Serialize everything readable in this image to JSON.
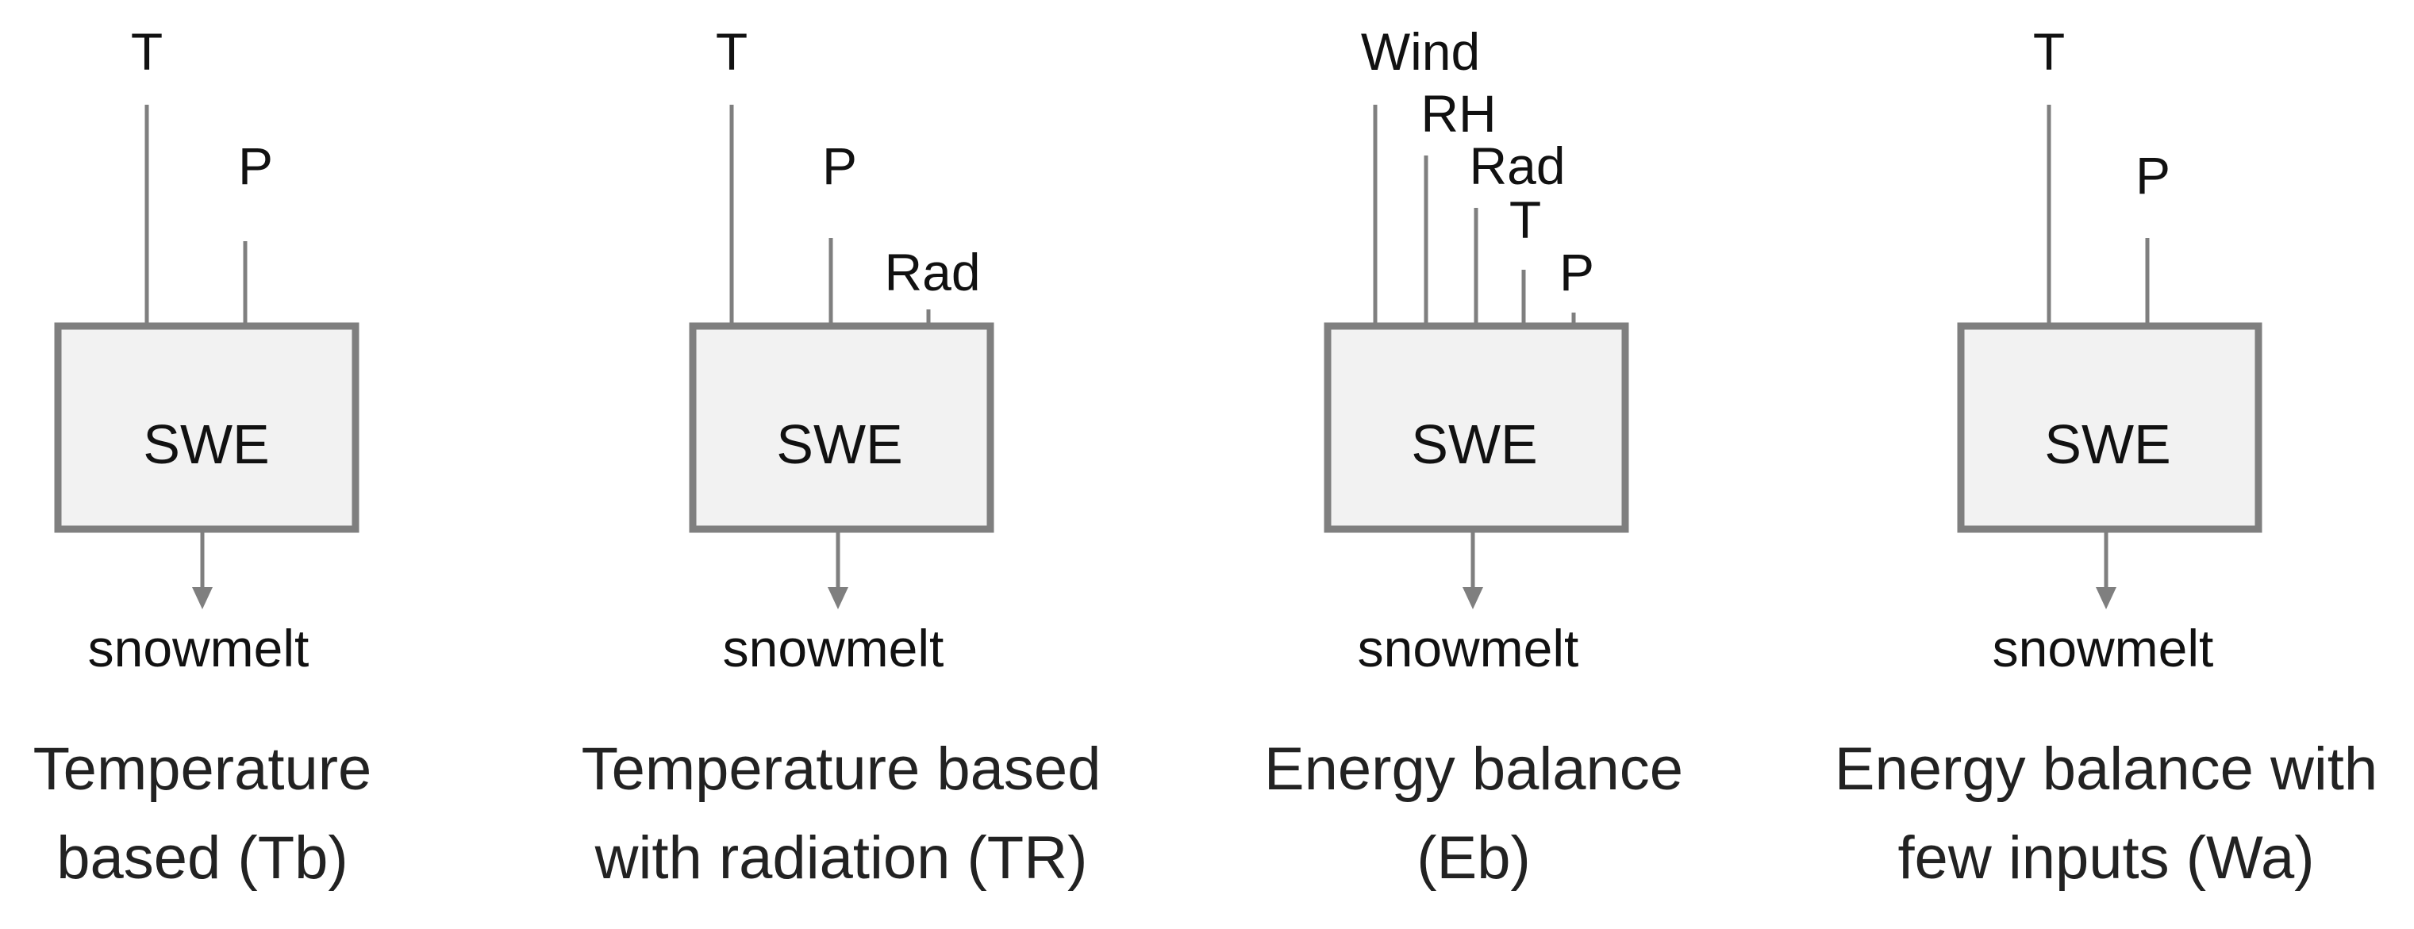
{
  "colors": {
    "box_fill": "#f2f2f2",
    "box_stroke": "#7f7f7f",
    "arrow": "#7f7f7f",
    "text": "#111111"
  },
  "panels": [
    {
      "inputs": [
        "T",
        "P"
      ],
      "box_label": "SWE",
      "output_label": "snowmelt",
      "caption": [
        "Temperature",
        "based (Tb)"
      ]
    },
    {
      "inputs": [
        "T",
        "P",
        "Rad"
      ],
      "box_label": "SWE",
      "output_label": "snowmelt",
      "caption": [
        "Temperature based",
        "with radiation (TR)"
      ]
    },
    {
      "inputs": [
        "Wind",
        "RH",
        "Rad",
        "T",
        "P"
      ],
      "box_label": "SWE",
      "output_label": "snowmelt",
      "caption": [
        "Energy balance",
        "(Eb)"
      ]
    },
    {
      "inputs": [
        "T",
        "P"
      ],
      "box_label": "SWE",
      "output_label": "snowmelt",
      "caption": [
        "Energy balance with",
        "few inputs (Wa)"
      ]
    }
  ]
}
